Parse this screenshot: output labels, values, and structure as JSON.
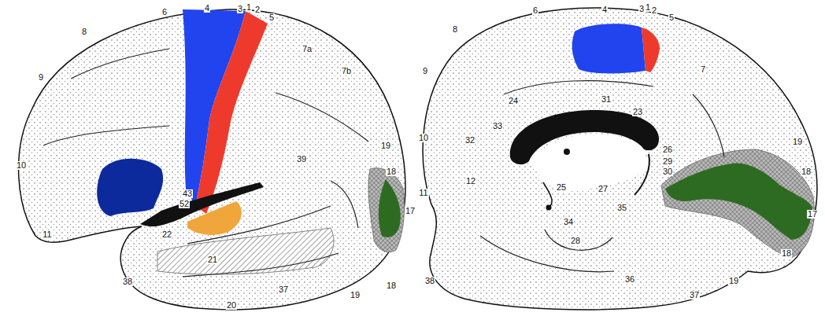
{
  "diagram": {
    "labels": [
      "6",
      "4",
      "3",
      "1",
      "2",
      "5",
      "8",
      "7a",
      "7b",
      "9",
      "19",
      "10",
      "18",
      "39",
      "43",
      "52",
      "22",
      "21",
      "11",
      "38",
      "37",
      "19",
      "18",
      "17",
      "20",
      "6",
      "4",
      "3",
      "1",
      "2",
      "5",
      "8",
      "9",
      "7",
      "24",
      "31",
      "32",
      "23",
      "33",
      "19",
      "10",
      "26",
      "29",
      "30",
      "18",
      "25",
      "27",
      "12",
      "11",
      "34",
      "35",
      "17",
      "28",
      "36",
      "38",
      "18",
      "19",
      "37"
    ]
  }
}
